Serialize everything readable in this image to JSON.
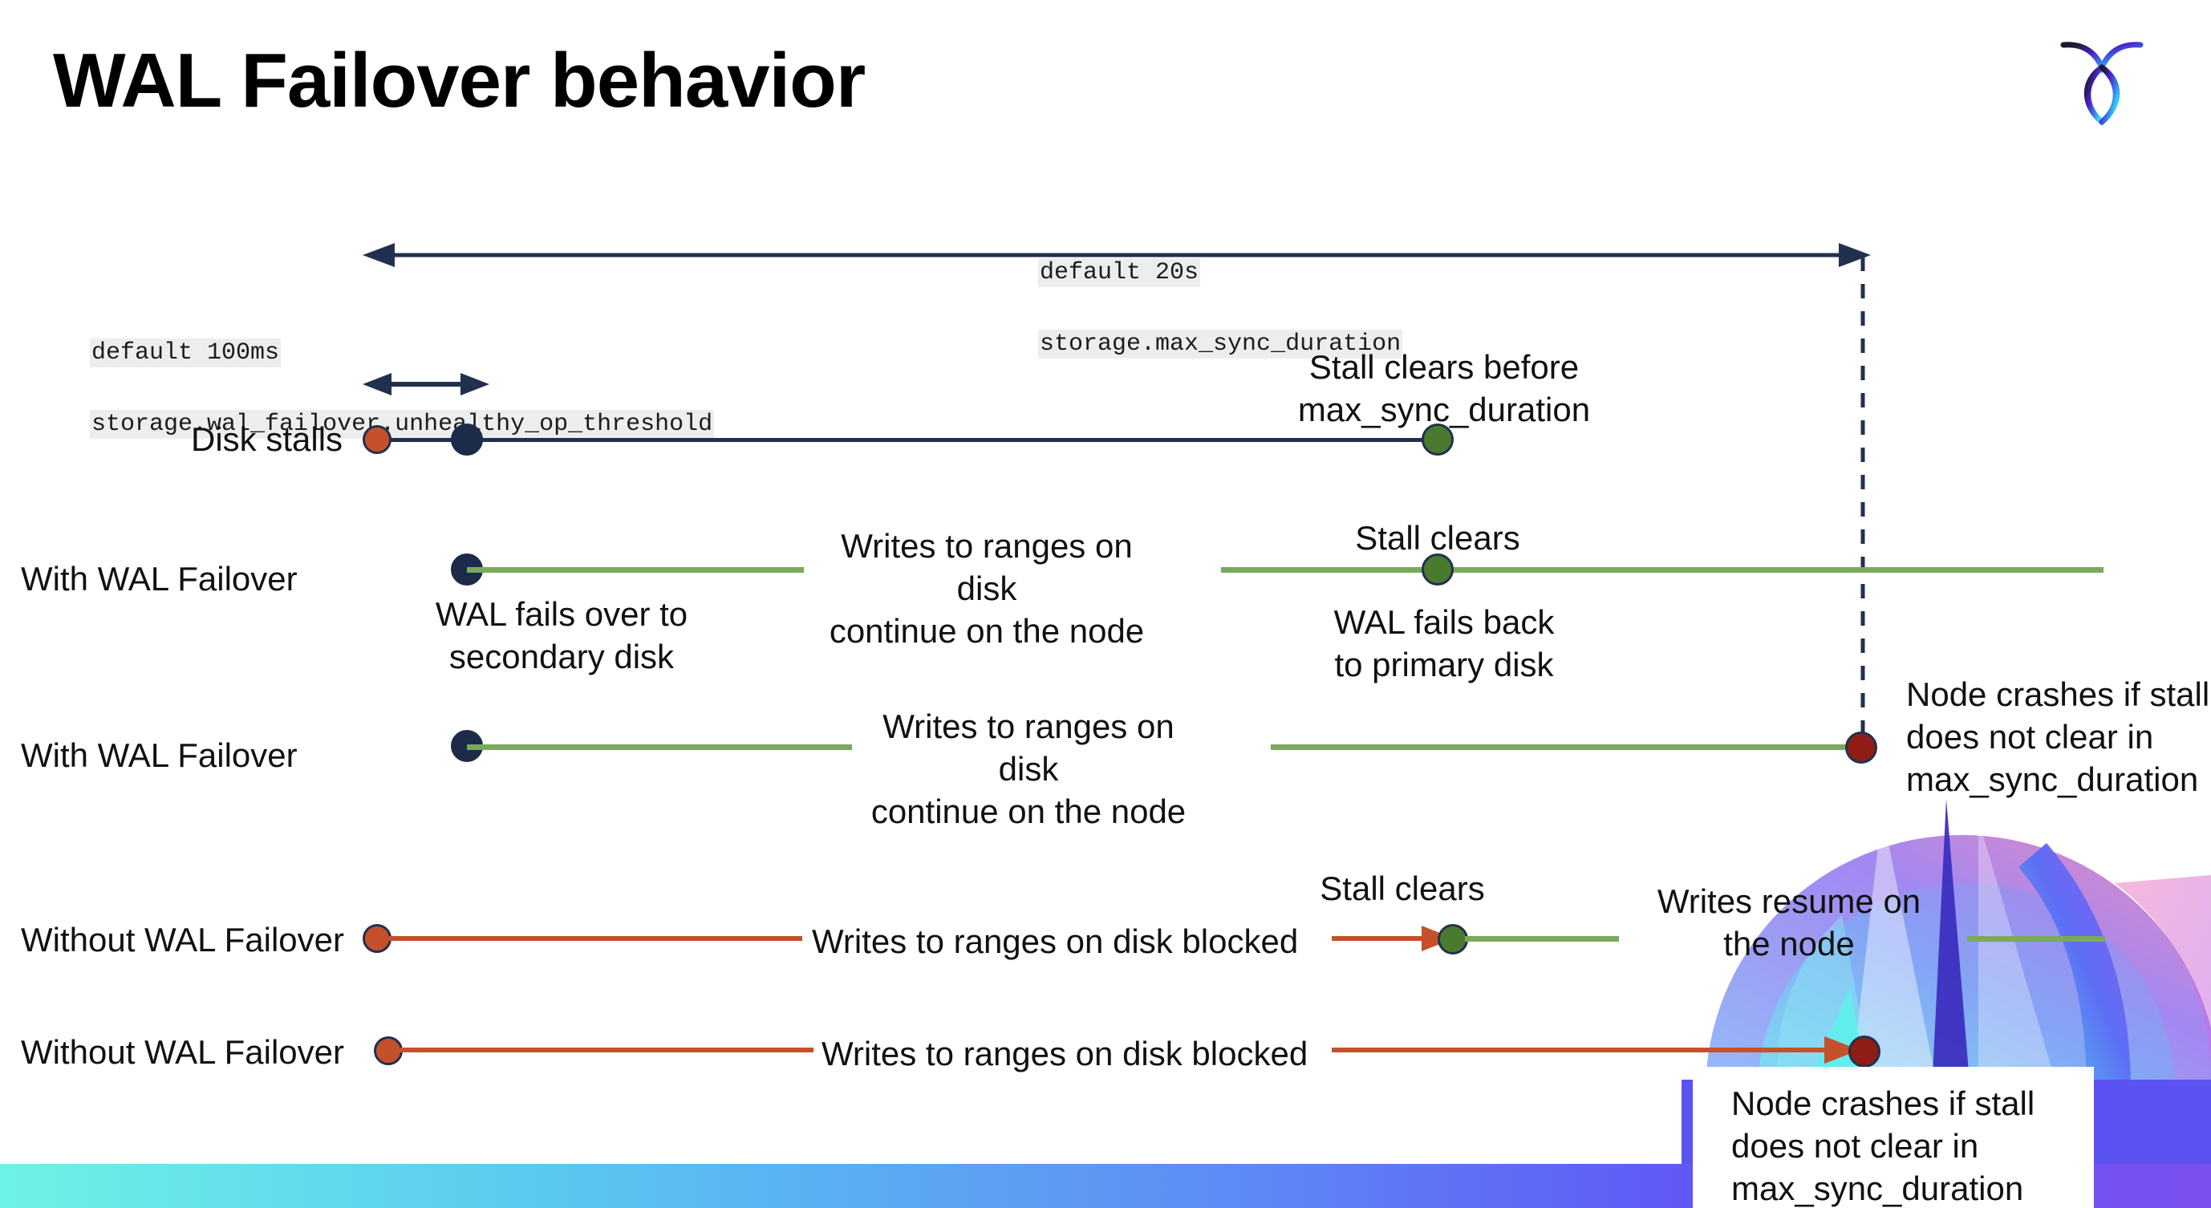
{
  "slide": {
    "title": "WAL Failover behavior",
    "logo_name": "cockroachdb-logo"
  },
  "colors": {
    "navy": "#22304f",
    "green_line": "#7aa95c",
    "green_dot": "#4a7a2e",
    "orange": "#c4512c",
    "dark_red": "#8f1d16",
    "code_bg": "#eceded"
  },
  "callouts": {
    "max_sync": {
      "line1": "default 20s",
      "line2": "storage.max_sync_duration"
    },
    "unhealthy_op": {
      "line1": "default 100ms",
      "line2": "storage.wal_failover.unhealthy_op_threshold"
    }
  },
  "rows": [
    {
      "label": "Disk stalls"
    },
    {
      "label": "With WAL Failover"
    },
    {
      "label": "With WAL Failover"
    },
    {
      "label": "Without WAL Failover"
    },
    {
      "label": "Without WAL Failover"
    }
  ],
  "annotations": {
    "stall_clears_before": "Stall clears before\nmax_sync_duration",
    "stall_clears_1": "Stall clears",
    "writes_continue_1": "Writes to ranges on disk\ncontinue on the node",
    "wal_fails_over": "WAL fails over to\nsecondary disk",
    "wal_fails_back": "WAL fails  back\nto primary disk",
    "writes_continue_2": "Writes to ranges on disk\ncontinue on the node",
    "node_crashes_top": "Node crashes if stall\ndoes not clear in\nmax_sync_duration",
    "stall_clears_2": "Stall clears",
    "writes_blocked_1": "Writes to ranges on disk  blocked",
    "writes_resume": "Writes resume on\nthe node",
    "writes_blocked_2": "Writes to ranges on disk  blocked",
    "node_crashes_bottom": "Node crashes if stall\ndoes not clear in\nmax_sync_duration"
  }
}
